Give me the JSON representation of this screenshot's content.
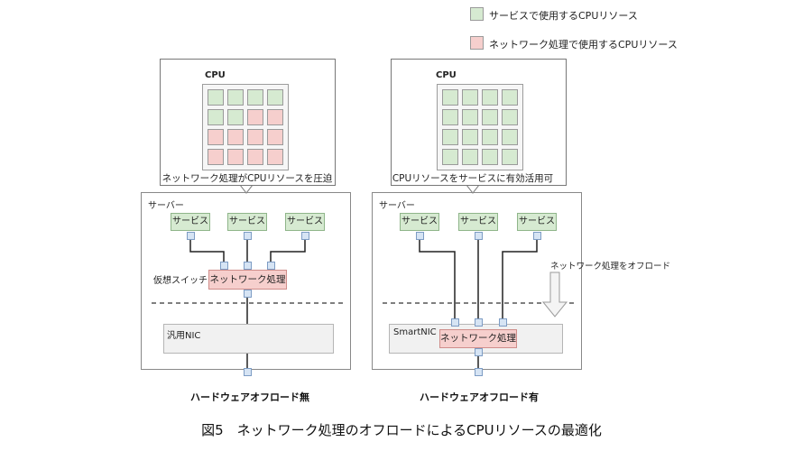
{
  "legend": {
    "service_cpu": "サービスで使用するCPUリソース",
    "network_cpu": "ネットワーク処理で使用するCPUリソース"
  },
  "colors": {
    "service_green": "#d6ead1",
    "network_red": "#f6cfcd",
    "port_blue": "#d6e4f4"
  },
  "left": {
    "cpu_label": "CPU",
    "cpu_grid": [
      [
        "g",
        "g",
        "g",
        "g"
      ],
      [
        "g",
        "g",
        "r",
        "r"
      ],
      [
        "r",
        "r",
        "r",
        "r"
      ],
      [
        "r",
        "r",
        "r",
        "r"
      ]
    ],
    "callout": "ネットワーク処理がCPUリソースを圧迫",
    "server_label": "サーバー",
    "services": [
      "サービス",
      "サービス",
      "サービス"
    ],
    "vswitch_label": "仮想スイッチ",
    "netproc_label": "ネットワーク処理",
    "nic_label": "汎用NIC",
    "title": "ハードウェアオフロード無"
  },
  "right": {
    "cpu_label": "CPU",
    "cpu_grid": [
      [
        "g",
        "g",
        "g",
        "g"
      ],
      [
        "g",
        "g",
        "g",
        "g"
      ],
      [
        "g",
        "g",
        "g",
        "g"
      ],
      [
        "g",
        "g",
        "g",
        "g"
      ]
    ],
    "callout": "CPUリソースをサービスに有効活用可",
    "server_label": "サーバー",
    "services": [
      "サービス",
      "サービス",
      "サービス"
    ],
    "offload_label": "ネットワーク処理をオフロード",
    "netproc_label": "ネットワーク処理",
    "nic_label": "SmartNIC",
    "title": "ハードウェアオフロード有"
  },
  "caption": "図5　ネットワーク処理のオフロードによるCPUリソースの最適化"
}
